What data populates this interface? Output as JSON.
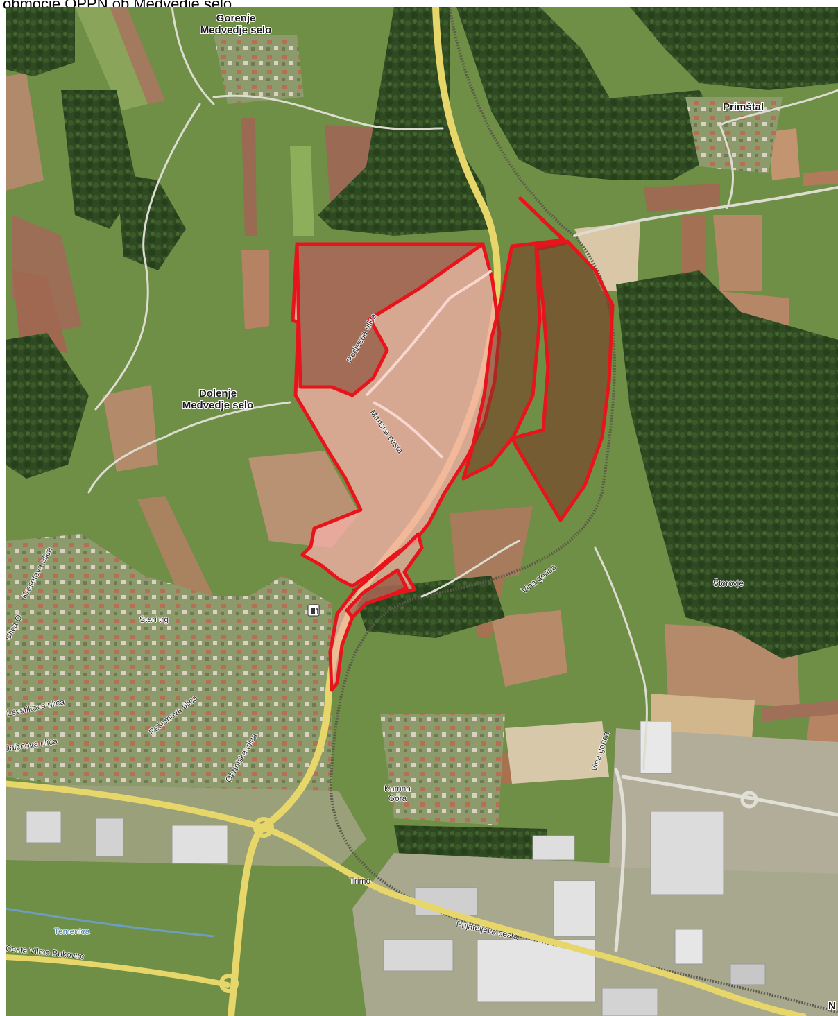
{
  "caption": "območje OPPN ob Medvedje selo",
  "places": {
    "gorenje_line1": "Gorenje",
    "gorenje_line2": "Medvedje selo",
    "dolenje_line1": "Dolenje",
    "dolenje_line2": "Medvedje selo",
    "primstal": "Primštal",
    "storovje": "Štorovje",
    "stari_trg": "Stari trg",
    "kamna_line1": "Kamna",
    "kamna_line2": "Gora",
    "trimo": "Trimo",
    "temenica": "Temenica"
  },
  "streets": {
    "podlesna": "Podlesna ulica",
    "mirnska": "Mirnska cesta",
    "vina_gorica_1": "Vina gorica",
    "vina_gorica_2": "Vina gorica",
    "kresetova": "Kresetova ulica",
    "ulica_o": "Ulica O",
    "levstikova": "Levstikova ulica",
    "pesemova": "Pešemova ulica",
    "jalcnova": "Jalčnova ulica",
    "obrtniska": "Obrtniška ulica",
    "prijateljeva": "Prijateljeva cesta",
    "cesta_vilme": "Cesta Vilme Bukovec"
  },
  "corner_letter": "N",
  "colors": {
    "boundary": "#e8141c",
    "area_fill": "#f4b0a8",
    "road": "#f0e27a"
  }
}
